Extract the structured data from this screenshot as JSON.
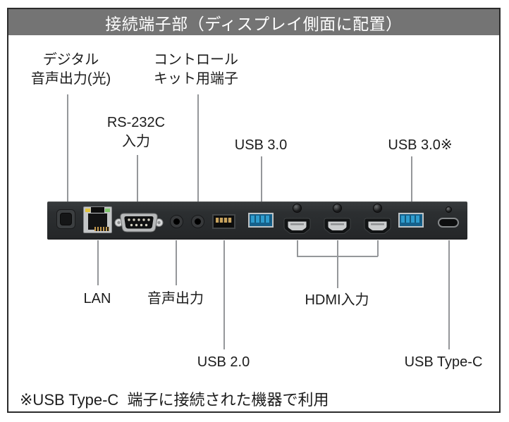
{
  "title": "接続端子部（ディスプレイ側面に配置）",
  "callouts": {
    "digital_audio_out": "デジタル\n音声出力(光)",
    "control_kit": "コントロール\nキット用端子",
    "rs232c_in": "RS-232C\n入力",
    "usb30_left": "USB 3.0",
    "usb30_right": "USB 3.0※",
    "lan": "LAN",
    "audio_out": "音声出力",
    "hdmi_in": "HDMI入力",
    "usb20": "USB 2.0",
    "usb_type_c": "USB Type-C"
  },
  "footnote": "※USB Type-C  端子に接続された機器で利用",
  "ports": [
    "digital-optical-audio-out",
    "lan",
    "rs-232c-in",
    "audio-out-jack",
    "control-kit-jack",
    "usb-2-0",
    "usb-3-0",
    "hdmi-1",
    "hdmi-2",
    "hdmi-3",
    "usb-3-0",
    "usb-type-c"
  ],
  "colors": {
    "title_bar": "#747474",
    "title_text": "#ffffff",
    "frame_border": "#2b2b2b",
    "panel": "#2c2f31",
    "leader_line": "#95979a",
    "usb3_blue": "#2f9cce",
    "lan_led_yellow": "#e0c23c",
    "lan_led_green": "#7dc46a"
  }
}
